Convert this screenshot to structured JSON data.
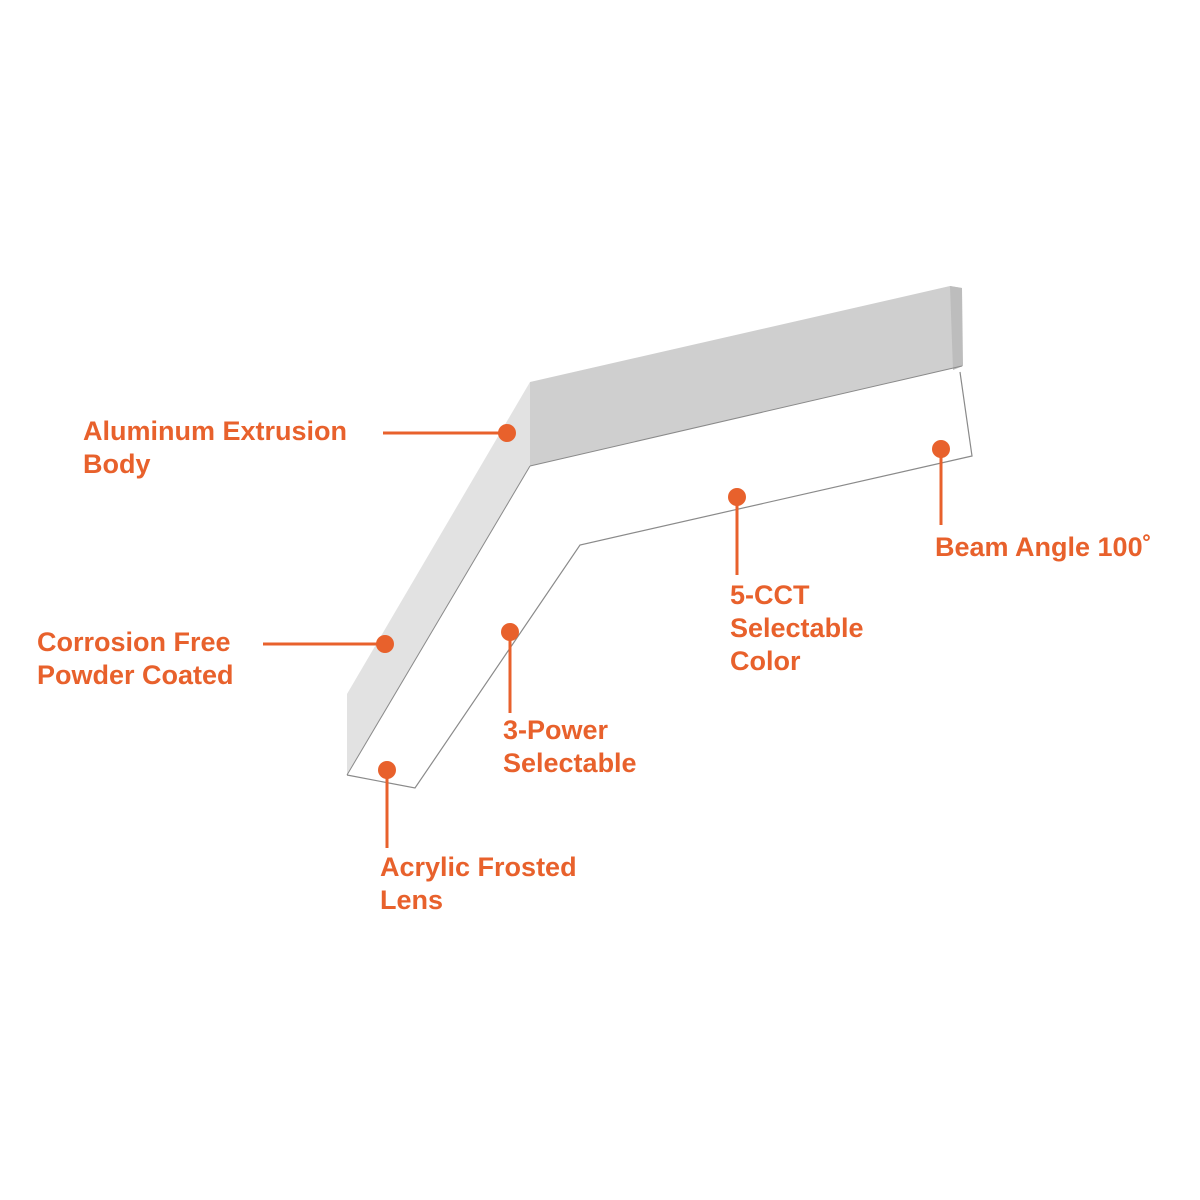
{
  "accent_color": "#e8612c",
  "callouts": {
    "body": {
      "line1": "Aluminum Extrusion",
      "line2": "Body"
    },
    "coating": {
      "line1": "Corrosion Free",
      "line2": "Powder Coated"
    },
    "power": {
      "line1": "3-Power",
      "line2": "Selectable"
    },
    "cct": {
      "line1": "5-CCT",
      "line2": "Selectable",
      "line3": "Color"
    },
    "beam": {
      "line1": "Beam Angle 100˚"
    },
    "lens": {
      "line1": "Acrylic Frosted",
      "line2": "Lens"
    }
  }
}
